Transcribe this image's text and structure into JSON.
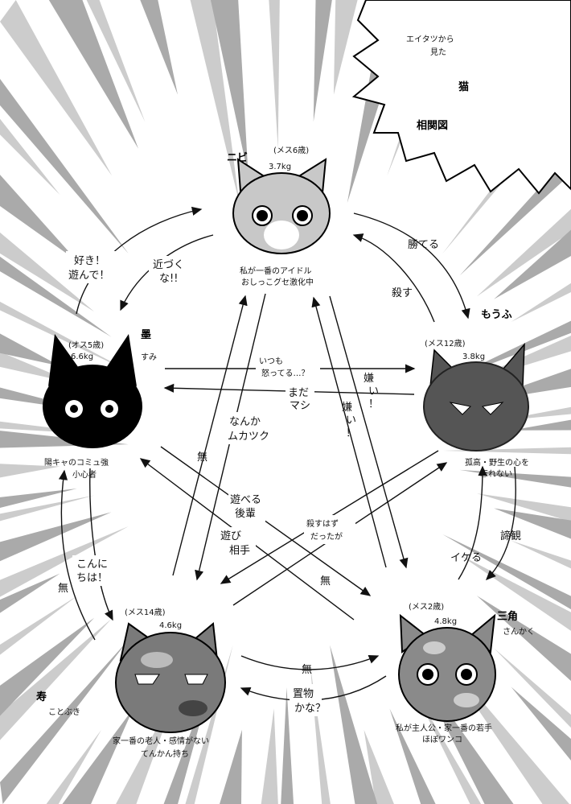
{
  "title": {
    "line1": "エイタツから",
    "line2": "見た",
    "main1": "猫",
    "main2": "相関図"
  },
  "cats": {
    "nibi": {
      "name": "ニビ",
      "info": "(メス6歳)",
      "weight": "3.7kg",
      "desc1": "私が一番のアイドル",
      "desc2": "おしっこグセ激化中",
      "color": "#c8c8c8"
    },
    "sumi": {
      "name": "墨",
      "reading": "すみ",
      "info": "(オス5歳)",
      "weight": "6.6kg",
      "desc1": "陽キャのコミュ強",
      "desc2": "小心者",
      "color": "#000000"
    },
    "moufu": {
      "name": "もうふ",
      "info": "(メス12歳)",
      "weight": "3.8kg",
      "desc1": "孤高・野生の心を",
      "desc2": "忘れない",
      "color": "#555555"
    },
    "sankaku": {
      "name": "三角",
      "reading": "さんかく",
      "info": "(メス2歳)",
      "weight": "4.8kg",
      "desc1": "私が主人公・家一番の若手",
      "desc2": "ほぼワンコ",
      "color": "#8a8a8a"
    },
    "kotobuki": {
      "name": "寿",
      "reading": "ことぶき",
      "info": "(メス14歳)",
      "weight": "4.6kg",
      "desc1": "家一番の老人・感情がない",
      "desc2": "てんかん持ち",
      "color": "#7a7a7a"
    }
  },
  "relations": {
    "sumi_nibi": [
      "好き！",
      "遊んで！"
    ],
    "nibi_sumi": [
      "近づく",
      "な!!"
    ],
    "nibi_moufu": "勝てる",
    "moufu_nibi": "殺す",
    "sumi_moufu": [
      "いつも",
      "怒ってる…？"
    ],
    "moufu_sumi": [
      "まだ",
      "マシ"
    ],
    "nibi_kotobuki": [
      "なんか",
      "ムカツク"
    ],
    "kotobuki_nibi": "無",
    "nibi_sankaku": [
      "嫌",
      "い",
      "！"
    ],
    "sankaku_nibi": [
      "嫌",
      "い",
      "！"
    ],
    "sumi_sankaku": [
      "遊べる",
      "後輩"
    ],
    "sankaku_sumi": [
      "遊び",
      "相手"
    ],
    "moufu_kotobuki": [
      "殺すはず",
      "だったが"
    ],
    "kotobuki_moufu": "無",
    "sumi_kotobuki": [
      "こんに",
      "ちは！"
    ],
    "kotobuki_sumi": "無",
    "moufu_sankaku": "諦観",
    "sankaku_moufu": "イケる",
    "kotobuki_sankaku": "無",
    "sankaku_kotobuki": [
      "置物",
      "かな？"
    ]
  }
}
